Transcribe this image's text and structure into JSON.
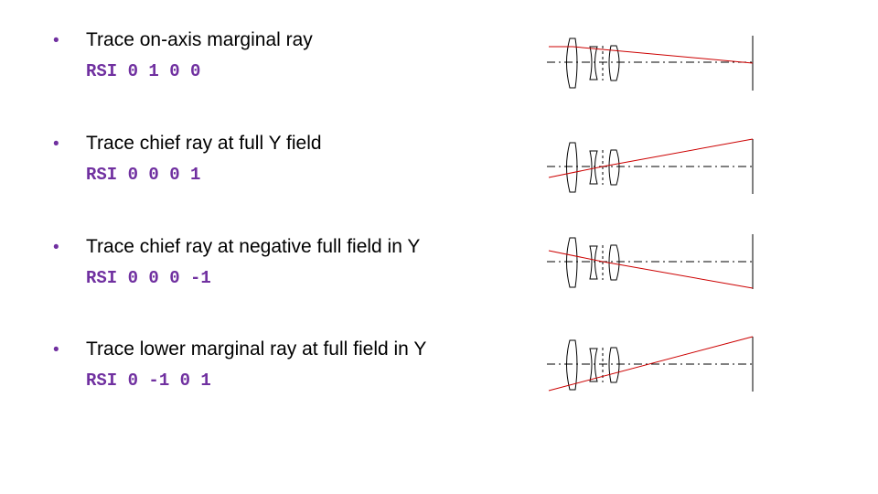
{
  "colors": {
    "bullet": "#7030A0",
    "command": "#7030A0",
    "ray": "#CC0000",
    "lens": "#000000"
  },
  "items": [
    {
      "text": "Trace on-axis marginal ray",
      "command": "RSI 0 1 0 0"
    },
    {
      "text": "Trace chief ray at full Y field",
      "command": "RSI 0 0 0 1"
    },
    {
      "text": "Trace chief ray at negative full field in Y",
      "command": "RSI 0 0 0 -1"
    },
    {
      "text": "Trace lower marginal ray at full field in Y",
      "command": "RSI 0 -1 0 1"
    }
  ],
  "bullet_glyph": "•"
}
